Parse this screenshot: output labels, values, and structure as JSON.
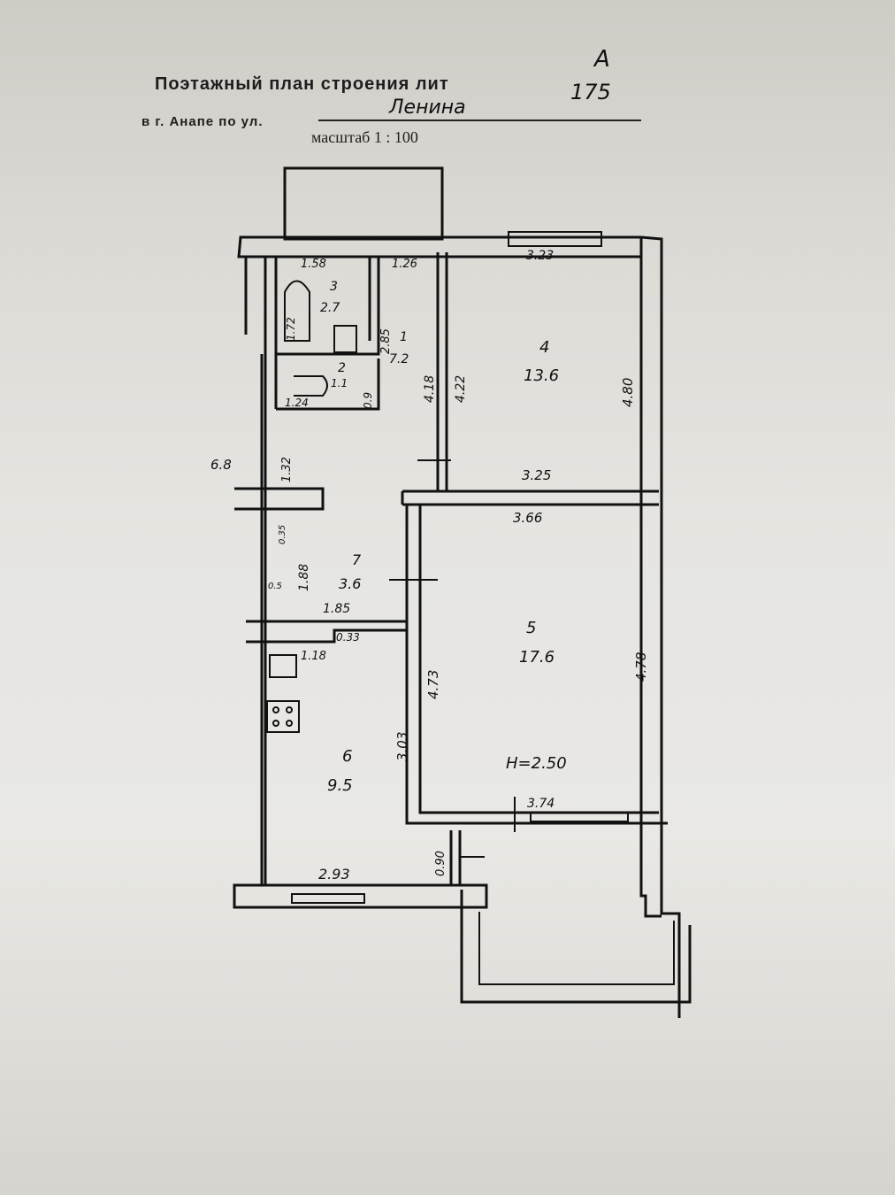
{
  "header": {
    "title": "Поэтажный план строения лит",
    "litera": "А",
    "city_line": "в г. Анапе по ул.",
    "street": "Ленина",
    "house_number": "175",
    "scale": "масштаб 1 : 100"
  },
  "rooms": [
    {
      "number": "1",
      "area": "7.2"
    },
    {
      "number": "2",
      "area": "1.1"
    },
    {
      "number": "3",
      "area": "2.7"
    },
    {
      "number": "4",
      "area": "13.6"
    },
    {
      "number": "5",
      "area": "17.6"
    },
    {
      "number": "6",
      "area": "9.5"
    },
    {
      "number": "7",
      "area": "3.6"
    }
  ],
  "dimensions": {
    "d158": "1.58",
    "d126": "1.26",
    "d323": "3.23",
    "d172": "1.72",
    "d285": "2.85",
    "d418": "4.18",
    "d422": "4.22",
    "d480": "4.80",
    "d09": "0.9",
    "d124": "1.24",
    "d68": "6.8",
    "d132": "1.32",
    "d325": "3.25",
    "d366": "3.66",
    "d035": "0.35",
    "d188": "1.88",
    "d05": "0.5",
    "d185": "1.85",
    "d033": "0.33",
    "d118": "1.18",
    "d473": "4.73",
    "d478": "4.78",
    "d303": "3.03",
    "d374": "3.74",
    "d090": "0.90",
    "d293": "2.93"
  },
  "height_label": "H=2.50"
}
